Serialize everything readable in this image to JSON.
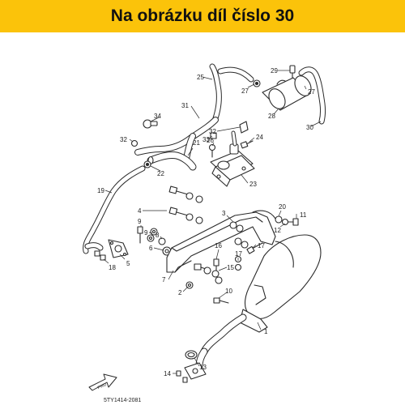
{
  "banner": {
    "title": "Na obrázku díl číslo 30",
    "background": "#fbc30a"
  },
  "diagram": {
    "line_color": "#2a2a2a",
    "fill_color": "#ffffff",
    "part_numbers": [
      "1",
      "2",
      "3",
      "4",
      "5",
      "6",
      "7",
      "8",
      "9",
      "10",
      "11",
      "12",
      "13",
      "14",
      "15",
      "16",
      "17",
      "18",
      "19",
      "20",
      "21",
      "22",
      "23",
      "24",
      "25",
      "26",
      "27",
      "28",
      "29",
      "30",
      "31",
      "32",
      "33",
      "34"
    ],
    "callouts": [
      {
        "id": "25",
        "label": "25"
      },
      {
        "id": "29",
        "label": "29"
      },
      {
        "id": "27a",
        "label": "27"
      },
      {
        "id": "27b",
        "label": "27"
      },
      {
        "id": "31",
        "label": "31"
      },
      {
        "id": "34",
        "label": "34"
      },
      {
        "id": "28",
        "label": "28"
      },
      {
        "id": "30",
        "label": "30"
      },
      {
        "id": "32a",
        "label": "32"
      },
      {
        "id": "32b",
        "label": "32"
      },
      {
        "id": "33",
        "label": "33"
      },
      {
        "id": "26",
        "label": "26"
      },
      {
        "id": "24",
        "label": "24"
      },
      {
        "id": "21",
        "label": "21"
      },
      {
        "id": "22",
        "label": "22"
      },
      {
        "id": "23",
        "label": "23"
      },
      {
        "id": "19",
        "label": "19"
      },
      {
        "id": "4",
        "label": "4"
      },
      {
        "id": "9a",
        "label": "9"
      },
      {
        "id": "9b",
        "label": "9"
      },
      {
        "id": "8",
        "label": "8"
      },
      {
        "id": "6",
        "label": "6"
      },
      {
        "id": "5",
        "label": "5"
      },
      {
        "id": "18",
        "label": "18"
      },
      {
        "id": "20",
        "label": "20"
      },
      {
        "id": "12",
        "label": "12"
      },
      {
        "id": "11",
        "label": "11"
      },
      {
        "id": "3",
        "label": "3"
      },
      {
        "id": "16",
        "label": "16"
      },
      {
        "id": "17a",
        "label": "17"
      },
      {
        "id": "17b",
        "label": "17"
      },
      {
        "id": "15",
        "label": "15"
      },
      {
        "id": "7",
        "label": "7"
      },
      {
        "id": "2",
        "label": "2"
      },
      {
        "id": "10",
        "label": "10"
      },
      {
        "id": "1",
        "label": "1"
      },
      {
        "id": "13",
        "label": "13"
      },
      {
        "id": "14",
        "label": "14"
      }
    ],
    "fwd_label": "FWD",
    "doc_code": "5TY1414-2081"
  }
}
